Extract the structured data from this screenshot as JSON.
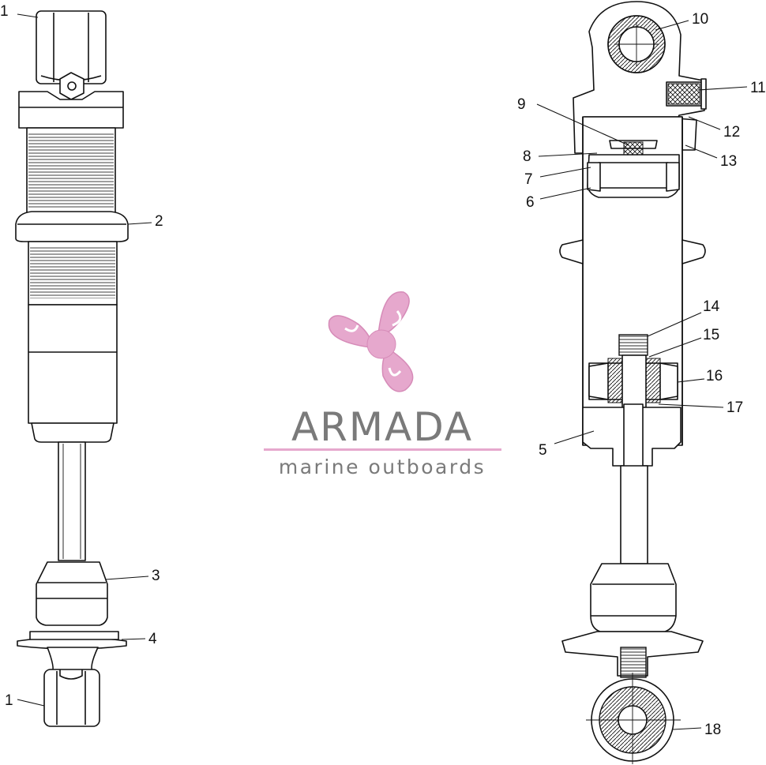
{
  "brand": {
    "name": "ARMADA",
    "tagline": "marine outboards",
    "accent_color": "#e6a8cd",
    "text_color": "#7a7a7a",
    "icon": "propeller-logo-icon"
  },
  "callouts": [
    {
      "id": "1a",
      "label": "1"
    },
    {
      "id": "2",
      "label": "2"
    },
    {
      "id": "3",
      "label": "3"
    },
    {
      "id": "4",
      "label": "4"
    },
    {
      "id": "1b",
      "label": "1"
    },
    {
      "id": "10",
      "label": "10"
    },
    {
      "id": "11",
      "label": "11"
    },
    {
      "id": "9",
      "label": "9"
    },
    {
      "id": "12",
      "label": "12"
    },
    {
      "id": "8",
      "label": "8"
    },
    {
      "id": "13",
      "label": "13"
    },
    {
      "id": "7",
      "label": "7"
    },
    {
      "id": "6",
      "label": "6"
    },
    {
      "id": "14",
      "label": "14"
    },
    {
      "id": "15",
      "label": "15"
    },
    {
      "id": "16",
      "label": "16"
    },
    {
      "id": "17",
      "label": "17"
    },
    {
      "id": "5",
      "label": "5"
    },
    {
      "id": "18",
      "label": "18"
    }
  ]
}
